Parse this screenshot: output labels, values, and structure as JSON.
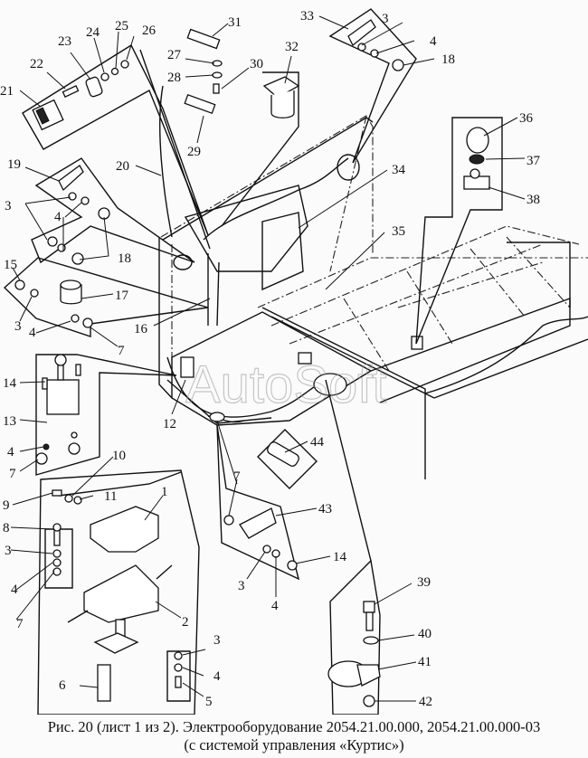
{
  "figure": {
    "caption_line1": "Рис. 20 (лист 1 из 2). Электрооборудование 2054.21.00.000, 2054.21.00.000-03",
    "caption_line2": "(с системой управления «Куртис»)",
    "watermark": "AutoSoft"
  },
  "callouts": [
    {
      "id": "1",
      "text": "1"
    },
    {
      "id": "2",
      "text": "2"
    },
    {
      "id": "3",
      "text": "3"
    },
    {
      "id": "4",
      "text": "4"
    },
    {
      "id": "5",
      "text": "5"
    },
    {
      "id": "6",
      "text": "6"
    },
    {
      "id": "7",
      "text": "7"
    },
    {
      "id": "8",
      "text": "8"
    },
    {
      "id": "9",
      "text": "9"
    },
    {
      "id": "10",
      "text": "10"
    },
    {
      "id": "11",
      "text": "11"
    },
    {
      "id": "12",
      "text": "12"
    },
    {
      "id": "13",
      "text": "13"
    },
    {
      "id": "14",
      "text": "14"
    },
    {
      "id": "15",
      "text": "15"
    },
    {
      "id": "16",
      "text": "16"
    },
    {
      "id": "17",
      "text": "17"
    },
    {
      "id": "18",
      "text": "18"
    },
    {
      "id": "19",
      "text": "19"
    },
    {
      "id": "20",
      "text": "20"
    },
    {
      "id": "21",
      "text": "21"
    },
    {
      "id": "22",
      "text": "22"
    },
    {
      "id": "23",
      "text": "23"
    },
    {
      "id": "24",
      "text": "24"
    },
    {
      "id": "25",
      "text": "25"
    },
    {
      "id": "26",
      "text": "26"
    },
    {
      "id": "27",
      "text": "27"
    },
    {
      "id": "28",
      "text": "28"
    },
    {
      "id": "29",
      "text": "29"
    },
    {
      "id": "30",
      "text": "30"
    },
    {
      "id": "31",
      "text": "31"
    },
    {
      "id": "32",
      "text": "32"
    },
    {
      "id": "33",
      "text": "33"
    },
    {
      "id": "34",
      "text": "34"
    },
    {
      "id": "35",
      "text": "35"
    },
    {
      "id": "36",
      "text": "36"
    },
    {
      "id": "37",
      "text": "37"
    },
    {
      "id": "38",
      "text": "38"
    },
    {
      "id": "39",
      "text": "39"
    },
    {
      "id": "40",
      "text": "40"
    },
    {
      "id": "41",
      "text": "41"
    },
    {
      "id": "42",
      "text": "42"
    },
    {
      "id": "43",
      "text": "43"
    },
    {
      "id": "44",
      "text": "44"
    }
  ]
}
